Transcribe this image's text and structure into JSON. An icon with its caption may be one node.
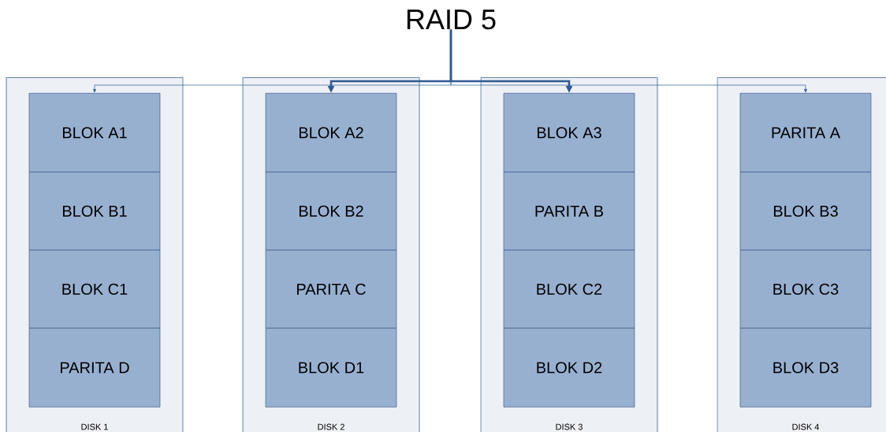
{
  "diagram": {
    "nodes": [
      {
        "text": [
          "RAID 5"
        ]
      },
      {
        "text": [
          "DISK 1"
        ]
      },
      {
        "text": [
          "BLOK A1"
        ],
        "in": 1
      },
      {
        "text": [
          "BLOK B1"
        ],
        "in": 1
      },
      {
        "text": [
          "BLOK C1"
        ],
        "in": 1
      },
      {
        "text": [
          "PARITA D"
        ],
        "in": 1
      },
      {
        "text": [
          "DISK 2"
        ]
      },
      {
        "text": [
          "BLOK A2"
        ],
        "in": 6
      },
      {
        "text": [
          "BLOK B2"
        ],
        "in": 6
      },
      {
        "text": [
          "PARITA C"
        ],
        "in": 6
      },
      {
        "text": [
          "BLOK D1"
        ],
        "in": 6
      },
      {
        "text": [
          "DISK 3"
        ]
      },
      {
        "text": [
          "BLOK A3"
        ],
        "in": 11
      },
      {
        "text": [
          "PARITA B"
        ],
        "in": 11
      },
      {
        "text": [
          "BLOK C2"
        ],
        "in": 11
      },
      {
        "text": [
          "BLOK D2"
        ],
        "in": 11
      },
      {
        "text": [
          "DISK 4"
        ]
      },
      {
        "text": [
          "PARITA A"
        ],
        "in": 16
      },
      {
        "text": [
          "BLOK B3"
        ],
        "in": 16
      },
      {
        "text": [
          "BLOK C3"
        ],
        "in": 16
      },
      {
        "text": [
          "BLOK D3"
        ],
        "in": 16
      }
    ],
    "edges": [
      {
        "from": 0,
        "to": 2,
        "arrow": "to"
      },
      {
        "from": 0,
        "to": 7,
        "arrow": "to",
        "style": "thick"
      },
      {
        "from": 0,
        "to": 12,
        "arrow": "to",
        "style": "thick"
      },
      {
        "from": 0,
        "to": 17,
        "arrow": "to"
      }
    ]
  }
}
